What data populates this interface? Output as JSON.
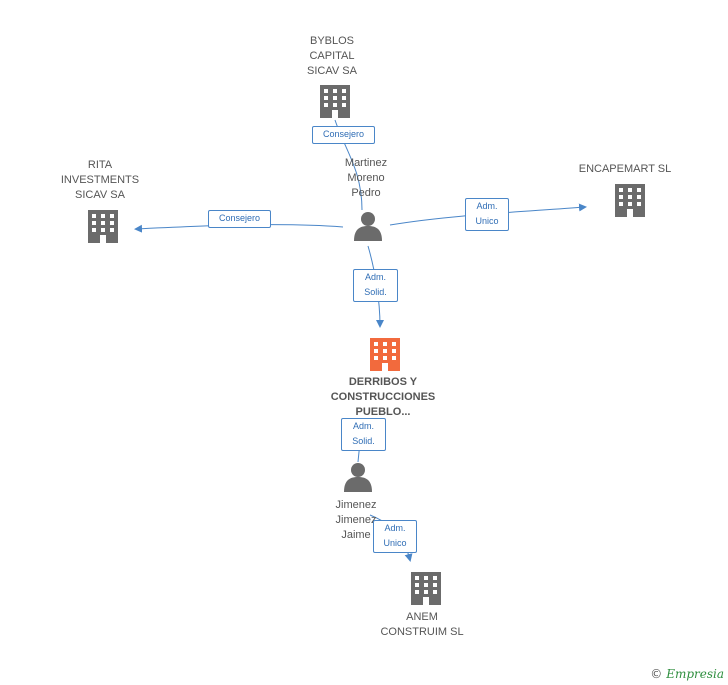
{
  "colors": {
    "edge": "#4a86c8",
    "company_icon": "#6b6b6b",
    "main_icon": "#f26a3d",
    "person_icon": "#6b6b6b"
  },
  "nodes": {
    "byblos": {
      "label": "BYBLOS\nCAPITAL\nSICAV SA",
      "icon": "building-icon"
    },
    "rita": {
      "label": "RITA\nINVESTMENTS\nSICAV SA",
      "icon": "building-icon"
    },
    "encapemart": {
      "label": "ENCAPEMART SL",
      "icon": "building-icon"
    },
    "martinez": {
      "label": "Martinez\nMoreno\nPedro",
      "icon": "person-icon"
    },
    "derribos": {
      "label": "DERRIBOS Y\nCONSTRUCCIONES\nPUEBLO...",
      "icon": "building-icon"
    },
    "jimenez": {
      "label": "Jimenez\nJimenez\nJaime",
      "icon": "person-icon"
    },
    "anem": {
      "label": "ANEM\nCONSTRUIM SL",
      "icon": "building-icon"
    }
  },
  "edges": {
    "consejero_byblos": "Consejero",
    "consejero_rita": "Consejero",
    "adm_unico_encapemart": "Adm.\nUnico",
    "adm_solid_martinez": "Adm.\nSolid.",
    "adm_solid_jimenez": "Adm.\nSolid.",
    "adm_unico_anem": "Adm.\nUnico"
  },
  "footer": {
    "copyright": "©",
    "brand": "Empresia"
  }
}
